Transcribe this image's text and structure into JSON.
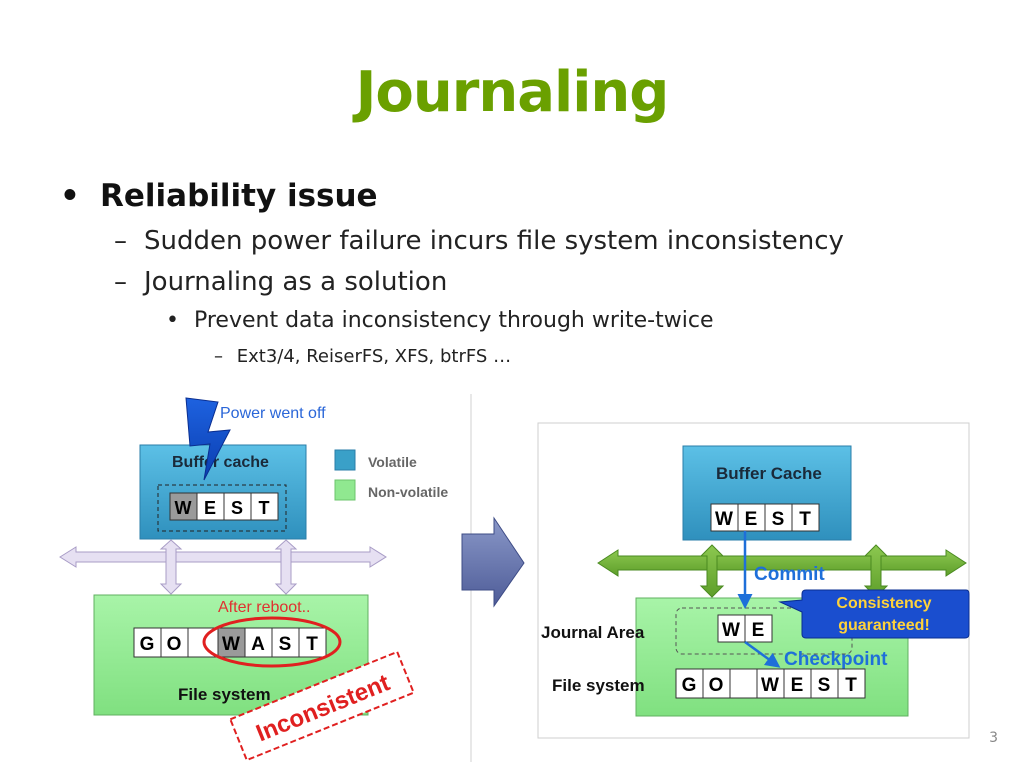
{
  "slide": {
    "title": "Journaling",
    "page_number": "3"
  },
  "bullets": {
    "l1": "Reliability issue",
    "l2a": "Sudden power failure incurs file system inconsistency",
    "l2b": "Journaling as a solution",
    "l3": "Prevent data inconsistency through write-twice",
    "l4": "Ext3/4, ReiserFS, XFS, btrFS …"
  },
  "left_diagram": {
    "power_label": "Power went off",
    "buffer_label": "Buffer cache",
    "buffer_cells": [
      "W",
      "E",
      "S",
      "T"
    ],
    "legend_volatile": "Volatile",
    "legend_nonvolatile": "Non-volatile",
    "after_reboot": "After reboot..",
    "fs_cells": [
      "G",
      "O",
      "",
      "W",
      "A",
      "S",
      "T"
    ],
    "fs_label": "File system",
    "stamp": "Inconsistent"
  },
  "right_diagram": {
    "buffer_label": "Buffer Cache",
    "buffer_cells": [
      "W",
      "E",
      "S",
      "T"
    ],
    "commit": "Commit",
    "callout": "Consistency guaranteed!",
    "journal_label": "Journal Area",
    "journal_cells": [
      "W",
      "E"
    ],
    "checkpoint": "Checkpoint",
    "fs_label": "File system",
    "fs_cells": [
      "G",
      "O",
      "",
      "W",
      "E",
      "S",
      "T"
    ]
  },
  "colors": {
    "title": "#6aa000",
    "volatile": "#3aa0c8",
    "nonvolatile": "#90e890",
    "arrow": "#1e6fd9",
    "stamp": "#e02020"
  }
}
